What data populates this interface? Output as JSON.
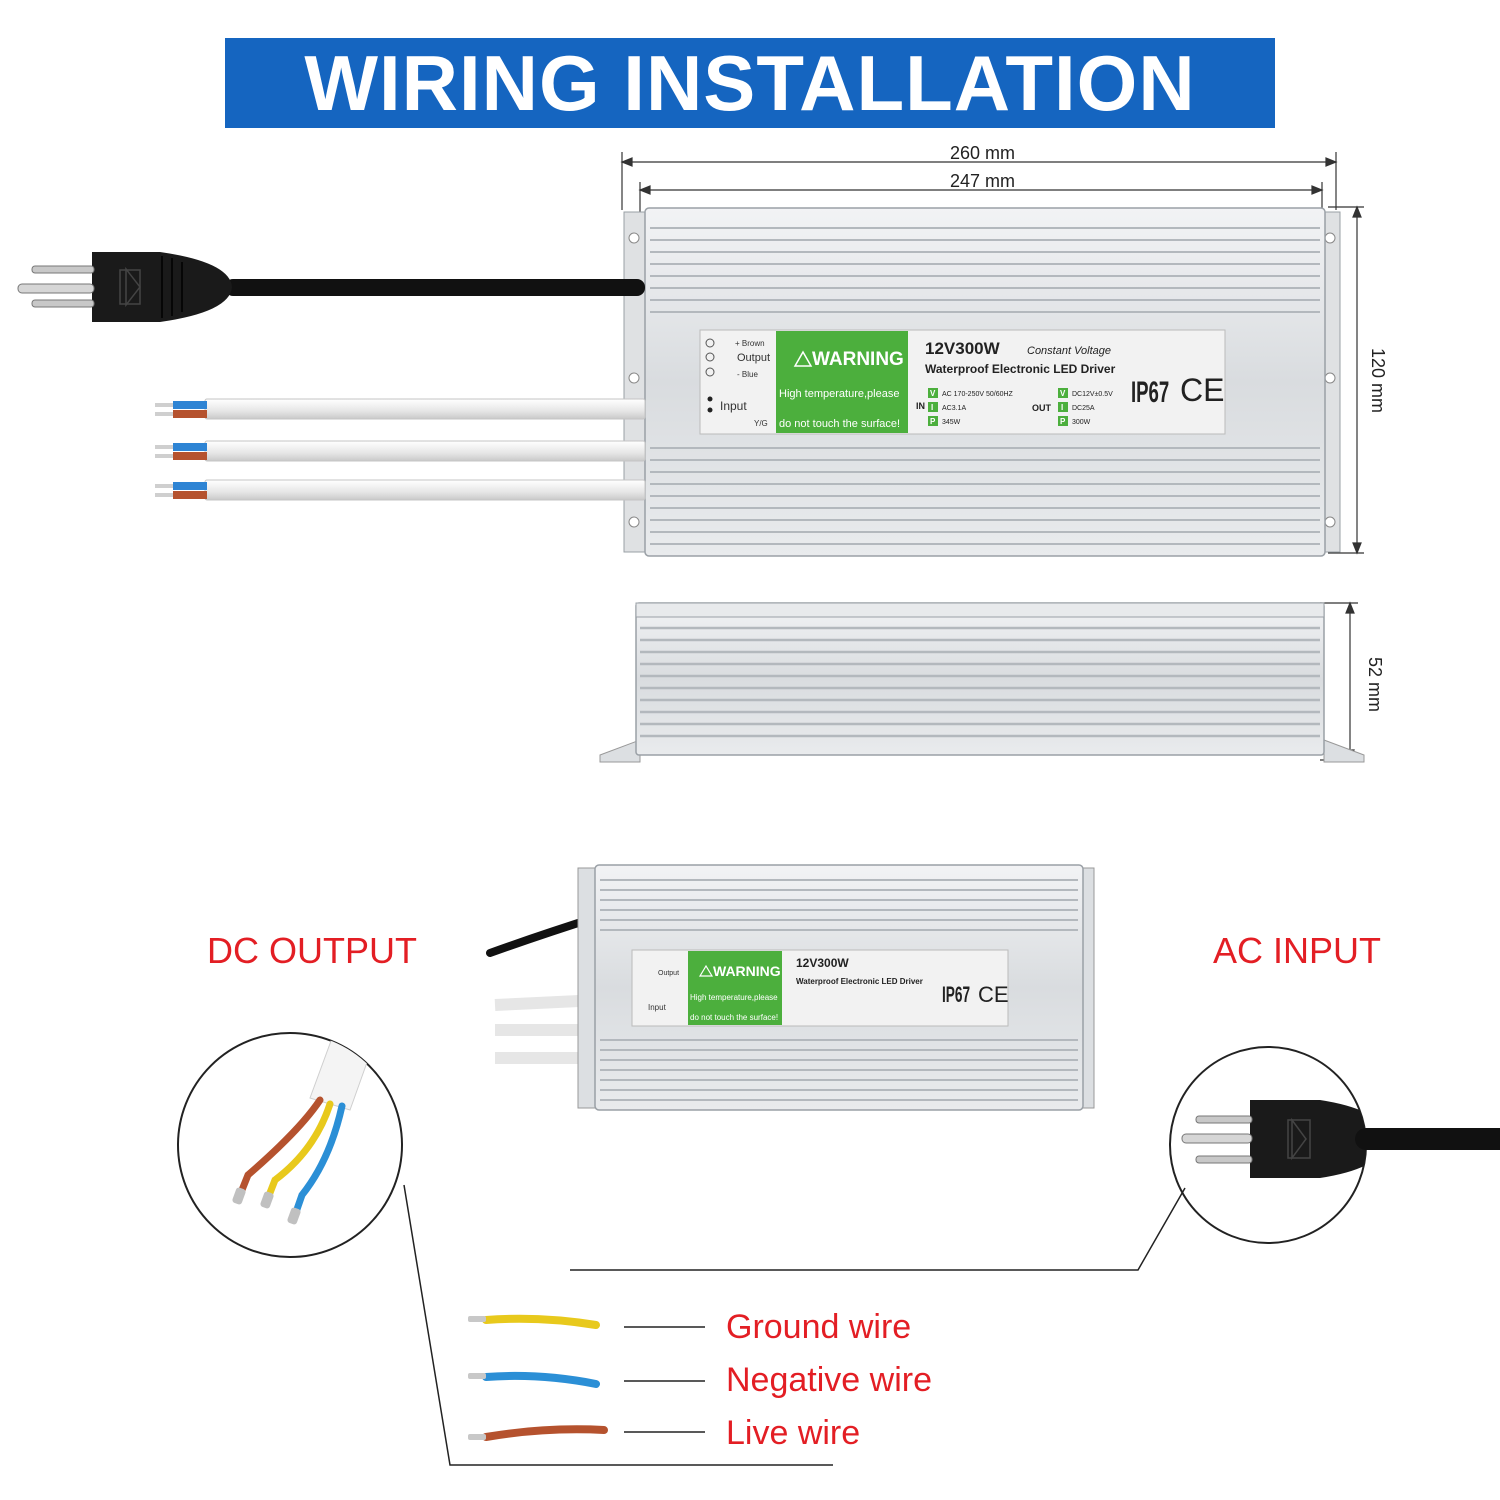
{
  "banner": {
    "title": "WIRING INSTALLATION"
  },
  "dimensions": {
    "overall_length": "260 mm",
    "body_length": "247 mm",
    "width": "120 mm",
    "height": "52 mm"
  },
  "product_label": {
    "terminal_top": "+ Brown",
    "terminal_mid": "Output",
    "terminal_bottom": "- Blue",
    "input": "Input",
    "ground": "Y/G",
    "warning_title": "WARNING",
    "warning_line1": "High temperature,please",
    "warning_line2": "do not touch the surface!",
    "model": "12V300W",
    "mode": "Constant Voltage",
    "description": "Waterproof Electronic LED Driver",
    "in_label": "IN",
    "in_v": "AC 170-250V 50/60HZ",
    "in_i": "AC3.1A",
    "in_p": "345W",
    "out_label": "OUT",
    "out_v": "DC12V±0.5V",
    "out_i": "DC25A",
    "out_p": "300W",
    "rating": "IP67",
    "cert": "CE",
    "letter_v": "V",
    "letter_i": "I",
    "letter_p": "P"
  },
  "callouts": {
    "dc_output": "DC OUTPUT",
    "ac_input": "AC INPUT"
  },
  "legend": [
    {
      "label": "Ground wire",
      "color": "#e8c91c"
    },
    {
      "label": "Negative wire",
      "color": "#2b8fd6"
    },
    {
      "label": "Live wire",
      "color": "#b5522e"
    }
  ],
  "colors": {
    "banner": "#1565c0",
    "callout_text": "#e31e24",
    "warning_green": "#4caf3d"
  }
}
